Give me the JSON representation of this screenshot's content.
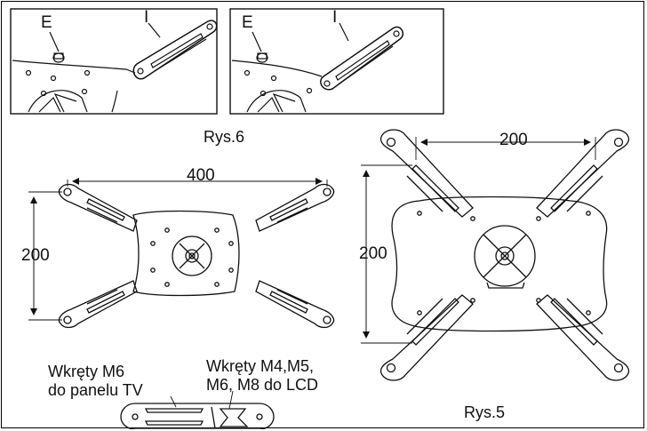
{
  "figure6": {
    "panel_left": {
      "label_e": "E",
      "label_i": "I"
    },
    "panel_right": {
      "label_e": "E",
      "label_i": "I"
    },
    "caption": "Rys.6"
  },
  "figure_left": {
    "width_dim": "400",
    "height_dim": "200"
  },
  "figure5": {
    "width_dim": "200",
    "height_dim": "200",
    "caption": "Rys.5"
  },
  "screws": {
    "tv_panel_line1": "Wkręty M6",
    "tv_panel_line2": "do panelu TV",
    "lcd_line1": "Wkręty M4,M5,",
    "lcd_line2": "M6, M8 do LCD"
  },
  "colors": {
    "line": "#111111",
    "background": "#ffffff"
  }
}
